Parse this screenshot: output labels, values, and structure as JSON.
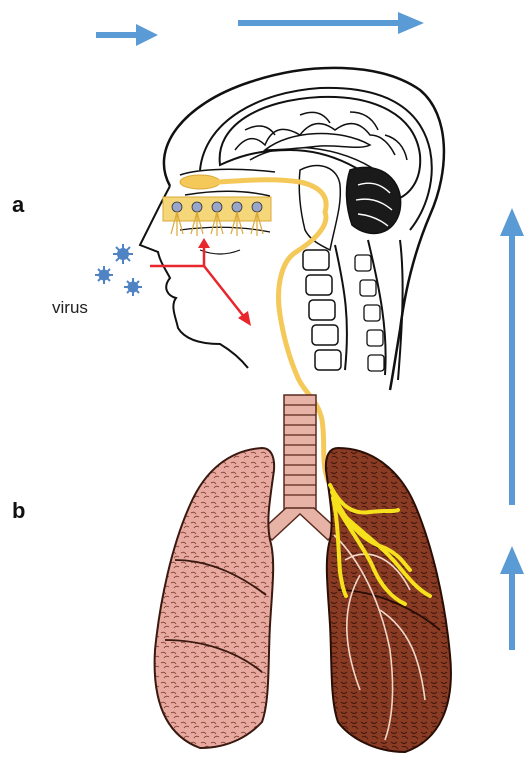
{
  "labels": {
    "panel_a": "a",
    "panel_b": "b",
    "virus": "virus"
  },
  "colors": {
    "flow_arrow": "#5b9bd5",
    "virus_particle": "#4f83c4",
    "nerve_pathway": "#f5c85a",
    "bright_nerve": "#f5e11c",
    "infection_arrow": "#e8262b",
    "lung_left": "#e8aaa0",
    "lung_right": "#8a3b24",
    "trachea": "#e7b3a6",
    "outline": "#111111"
  },
  "icons": [
    "flow-arrow-right",
    "flow-arrow-up",
    "virus-particle",
    "infection-arrow"
  ]
}
